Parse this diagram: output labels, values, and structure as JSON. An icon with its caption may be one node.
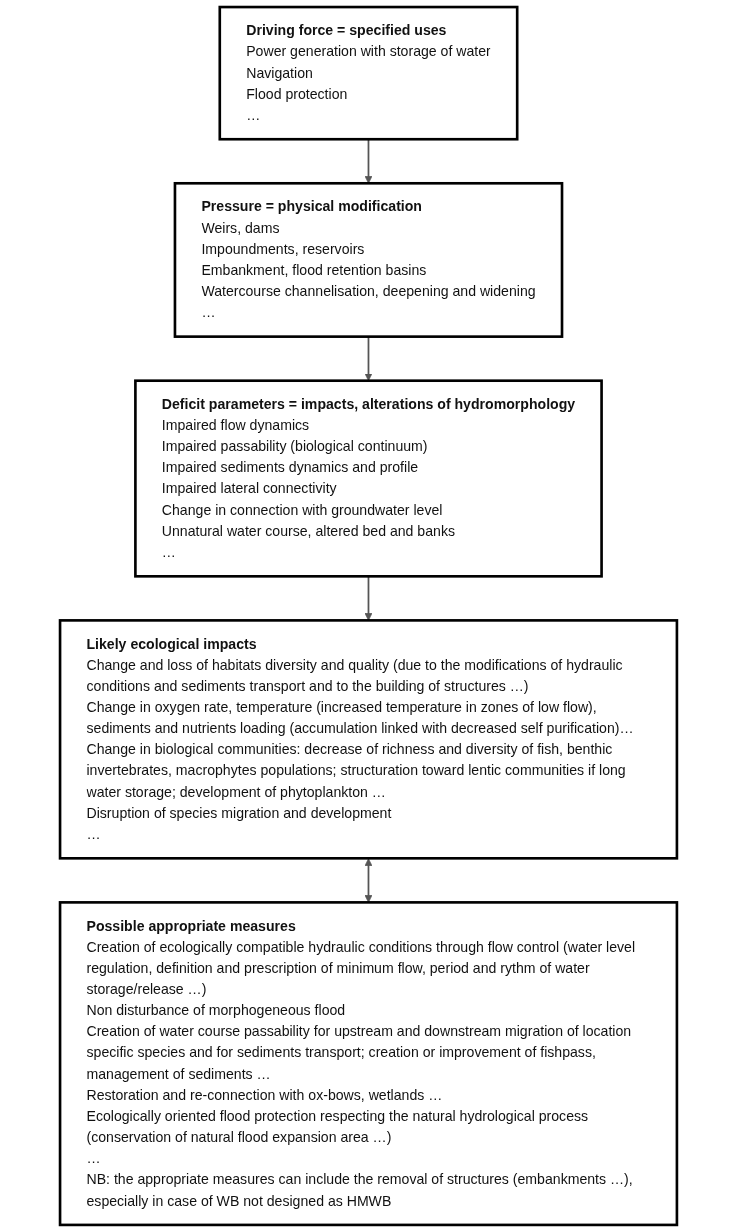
{
  "diagram": {
    "nodes": [
      {
        "text": [
          "Driving force = specified uses",
          "Power generation with storage of water",
          "Navigation",
          "Flood protection",
          "…"
        ]
      },
      {
        "text": [
          "Pressure = physical modification",
          "Weirs, dams",
          "Impoundments, reservoirs",
          "Embankment, flood retention basins",
          "Watercourse channelisation, deepening and widening",
          "…"
        ]
      },
      {
        "text": [
          "Deficit parameters = impacts, alterations of hydromorphology",
          "Impaired flow dynamics",
          "Impaired passability (biological continuum)",
          "Impaired sediments dynamics and profile",
          "Impaired lateral connectivity",
          "Change in connection with groundwater level",
          "Unnatural water course, altered bed and banks",
          "…"
        ]
      },
      {
        "text": [
          "Likely ecological impacts",
          "Change and loss of habitats diversity and quality (due to the modifications of hydraulic conditions and sediments transport and to the building of structures …)",
          "Change in oxygen rate, temperature (increased temperature in zones of low flow), sediments and nutrients loading (accumulation linked with decreased self purification)…",
          "Change in biological communities: decrease of richness and diversity of fish, benthic invertebrates, macrophytes populations; structuration toward lentic communities if long water storage; development of phytoplankton …",
          "Disruption of species migration and development",
          "…"
        ]
      },
      {
        "text": [
          "Possible appropriate measures",
          "Creation of ecologically compatible hydraulic conditions through flow control (water level regulation, definition and prescription of minimum flow, period and rythm of water storage/release …)",
          "Non disturbance of morphogeneous flood",
          "Creation of water course passability for upstream and downstream migration of location specific species and for sediments transport; creation or improvement of fishpass, management of sediments …",
          "Restoration and re-connection with ox-bows, wetlands …",
          "Ecologically oriented flood protection respecting the natural hydrological process (conservation of natural flood expansion area …)",
          "…",
          "NB: the appropriate measures can include the removal of structures (embankments …), especially in case of WB not designed as HMWB"
        ]
      }
    ],
    "edges": [
      {
        "from": 0,
        "to": 1,
        "arrow": "to"
      },
      {
        "from": 1,
        "to": 2,
        "arrow": "to"
      },
      {
        "from": 2,
        "to": 3,
        "arrow": "to"
      },
      {
        "from": 3,
        "to": 4,
        "arrow": "both"
      }
    ]
  }
}
